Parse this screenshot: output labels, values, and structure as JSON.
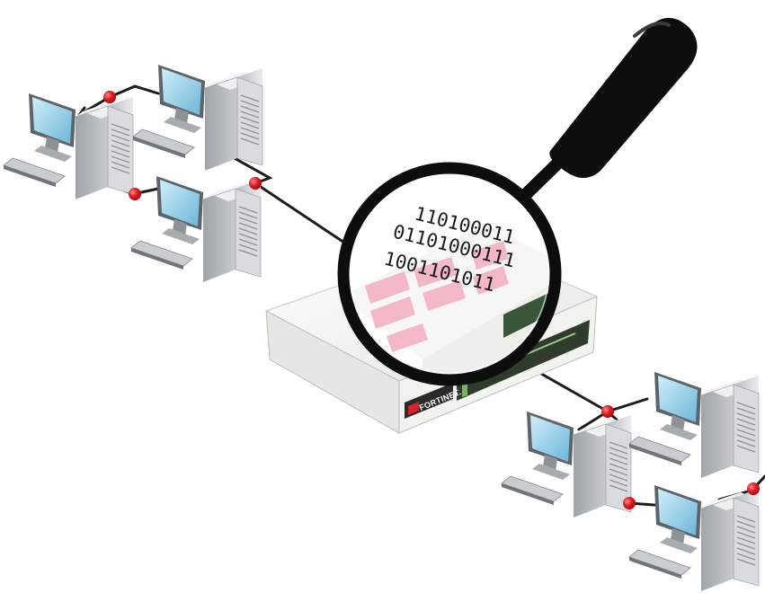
{
  "magnifier": {
    "binary_lines": [
      "110100011",
      "01101000111",
      "1001101011"
    ]
  },
  "appliance": {
    "brand": "FORTINET."
  },
  "colors": {
    "cable": "#1c1c1c",
    "connector": "#e01b24",
    "appliance_body": "#f1f1ef",
    "appliance_panel": "#2f3b2c",
    "fortinet_red": "#da1f26",
    "magnifier_frame": "#0d0d0d",
    "screen": "#8fcfe6",
    "tower": "#d6d9dc"
  },
  "icons": [
    "computer-workstation-icon",
    "server-tower-icon",
    "network-connector-icon",
    "magnifier-icon",
    "firewall-appliance-icon"
  ]
}
